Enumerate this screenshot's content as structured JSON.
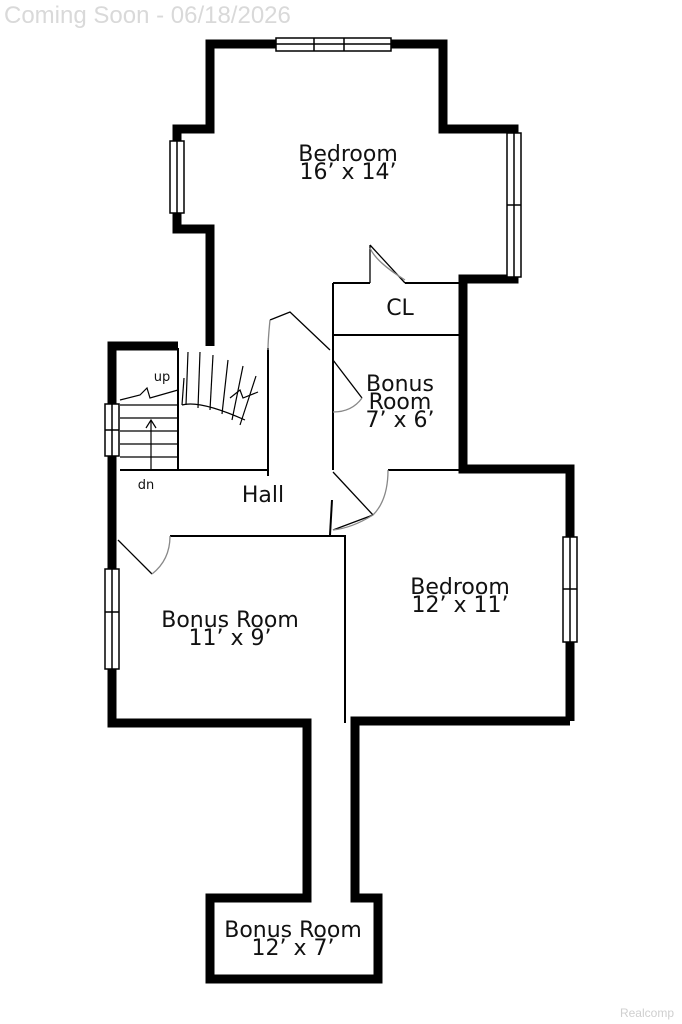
{
  "banner": {
    "text": "Coming Soon - 06/18/2026"
  },
  "credit": {
    "text": "Realcomp"
  },
  "rooms": {
    "bedroom_main": {
      "name": "Bedroom",
      "size": "16’ x 14’"
    },
    "closet": {
      "name": "CL"
    },
    "bonus_small": {
      "name_line1": "Bonus",
      "name_line2": "Room",
      "size": "7’ x 6’"
    },
    "hall": {
      "name": "Hall"
    },
    "bonus_mid": {
      "name": "Bonus Room",
      "size": "11’ x 9’"
    },
    "bedroom_2": {
      "name": "Bedroom",
      "size": "12’ x 11’"
    },
    "bonus_bottom": {
      "name": "Bonus Room",
      "size": "12’ x 7’"
    }
  },
  "stairs": {
    "up_label": "up",
    "down_label": "dn"
  },
  "colors": {
    "wall": "#000000",
    "banner": "#d9d9d9",
    "credit": "#cfcfcf",
    "door": "#888888"
  }
}
